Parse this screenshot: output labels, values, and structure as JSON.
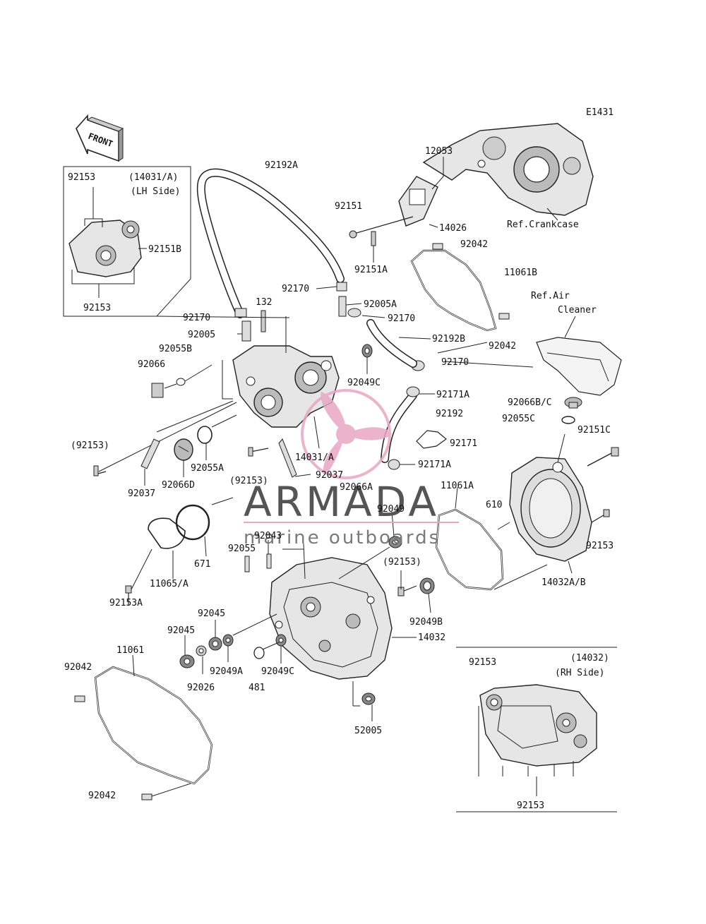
{
  "diagram": {
    "figure_code": "E1431",
    "front_label": "FRONT",
    "labels": {
      "l_12053": "12053",
      "l_ref_crankcase": "Ref.Crankcase",
      "l_92192a": "92192A",
      "l_92151": "92151",
      "l_14026": "14026",
      "l_92042_a": "92042",
      "l_92151a": "92151A",
      "l_11061b": "11061B",
      "l_92170_a": "92170",
      "l_92005a": "92005A",
      "l_ref_air": "Ref.Air",
      "l_cleaner": "Cleaner",
      "l_132": "132",
      "l_92170_b": "92170",
      "l_92170_c": "92170",
      "l_92005": "92005",
      "l_92192b": "92192B",
      "l_92042_b": "92042",
      "l_92055b": "92055B",
      "l_92170_d": "92170",
      "l_92066": "92066",
      "l_92049c_a": "92049C",
      "l_92171a_a": "92171A",
      "l_92192": "92192",
      "l_92066bc": "92066B/C",
      "l_92055c": "92055C",
      "l_92153_p1": "(92153)",
      "l_92171": "92171",
      "l_92151c": "92151C",
      "l_14031a": "14031/A",
      "l_92171a_b": "92171A",
      "l_92055a": "92055A",
      "l_92037_a": "92037",
      "l_92066d": "92066D",
      "l_92037_b": "92037",
      "l_92153_p2": "(92153)",
      "l_92066a": "92066A",
      "l_11061a": "11061A",
      "l_92049_a": "92049",
      "l_610": "610",
      "l_92043": "92043",
      "l_92153_a": "92153",
      "l_92055": "92055",
      "l_671": "671",
      "l_11065a": "11065/A",
      "l_92153_p3": "(92153)",
      "l_14032ab": "14032A/B",
      "l_92153a": "92153A",
      "l_92049b": "92049B",
      "l_92045_a": "92045",
      "l_92045_b": "92045",
      "l_14032": "14032",
      "l_11061": "11061",
      "l_92049a": "92049A",
      "l_92049c_b": "92049C",
      "l_92042_c": "92042",
      "l_92026": "92026",
      "l_481": "481",
      "l_52005": "52005",
      "l_92042_d": "92042"
    },
    "lh_inset": {
      "label_a": "92153",
      "title_code": "(14031/A)",
      "title_side": "(LH Side)",
      "label_b": "92151B",
      "label_c": "92153"
    },
    "rh_inset": {
      "label_a": "92153",
      "title_code": "(14032)",
      "title_side": "(RH Side)",
      "label_b": "92153"
    },
    "watermark": {
      "brand": "ARMADA",
      "tagline": "marine outboards",
      "logo_color": "#e8a7c4"
    }
  }
}
